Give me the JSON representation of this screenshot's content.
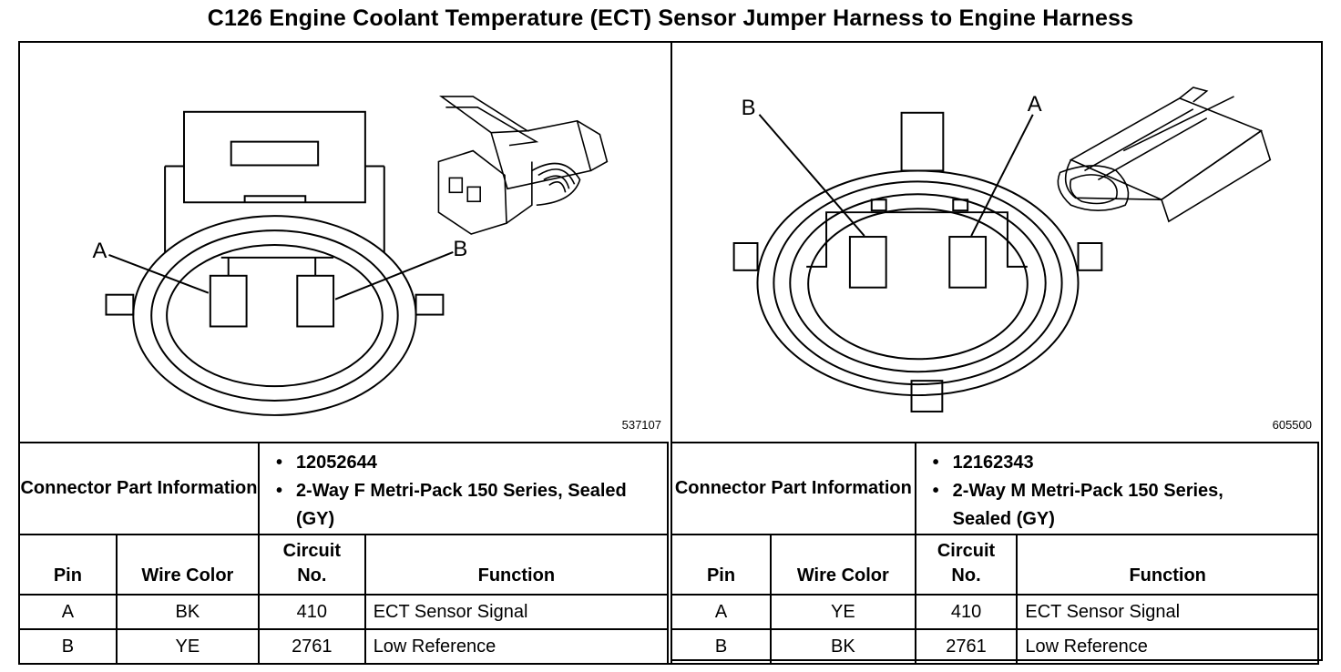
{
  "title": "C126 Engine Coolant Temperature (ECT) Sensor Jumper Harness to Engine Harness",
  "left": {
    "figure_id": "537107",
    "pin_labels": {
      "a": "A",
      "b": "B"
    },
    "connector_info_label": "Connector Part Information",
    "part_info": [
      "12052644",
      "2-Way F Metri-Pack 150 Series, Sealed (GY)"
    ],
    "headers": {
      "pin": "Pin",
      "wire_color": "Wire Color",
      "circuit": "Circuit No.",
      "function": "Function"
    },
    "rows": [
      {
        "pin": "A",
        "wire": "BK",
        "circuit": "410",
        "function": "ECT Sensor Signal"
      },
      {
        "pin": "B",
        "wire": "YE",
        "circuit": "2761",
        "function": "Low Reference"
      }
    ]
  },
  "right": {
    "figure_id": "605500",
    "pin_labels": {
      "a": "A",
      "b": "B"
    },
    "connector_info_label": "Connector Part Information",
    "part_info": [
      "12162343",
      "2-Way M Metri-Pack 150 Series, Sealed (GY)"
    ],
    "headers": {
      "pin": "Pin",
      "wire_color": "Wire Color",
      "circuit": "Circuit No.",
      "function": "Function"
    },
    "rows": [
      {
        "pin": "A",
        "wire": "YE",
        "circuit": "410",
        "function": "ECT Sensor Signal"
      },
      {
        "pin": "B",
        "wire": "BK",
        "circuit": "2761",
        "function": "Low Reference"
      }
    ]
  }
}
